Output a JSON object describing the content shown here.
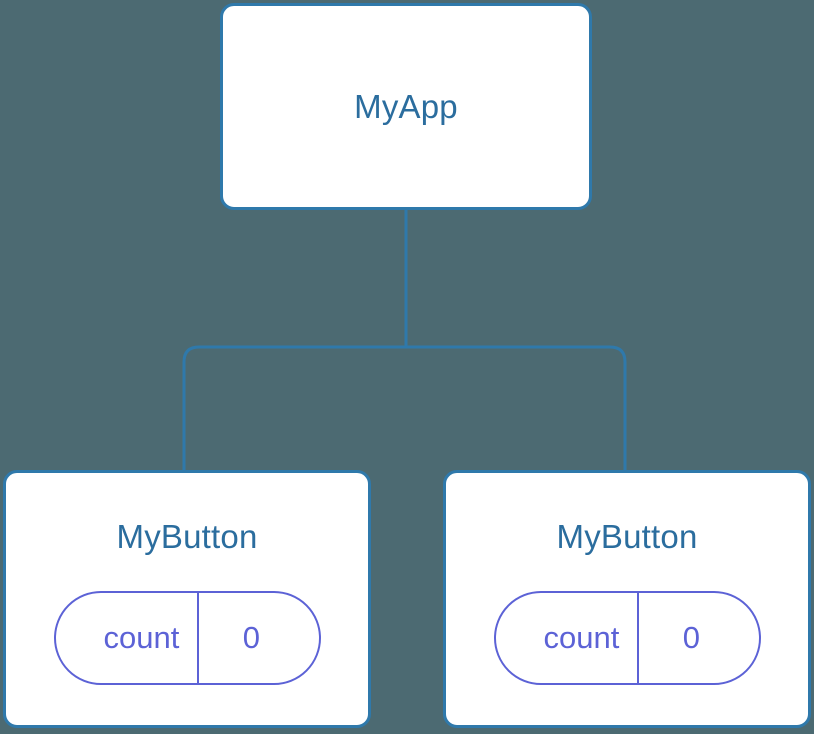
{
  "diagram": {
    "type": "component-tree",
    "background_color": "#4c6a72",
    "node_border_color": "#2f79ab",
    "node_fill_color": "#ffffff",
    "node_title_color": "#2b6d9e",
    "state_pill_color": "#5c62d6",
    "edge_color": "#2f79ab"
  },
  "root": {
    "title": "MyApp"
  },
  "children": [
    {
      "title": "MyButton",
      "state": {
        "key": "count",
        "value": "0"
      }
    },
    {
      "title": "MyButton",
      "state": {
        "key": "count",
        "value": "0"
      }
    }
  ]
}
